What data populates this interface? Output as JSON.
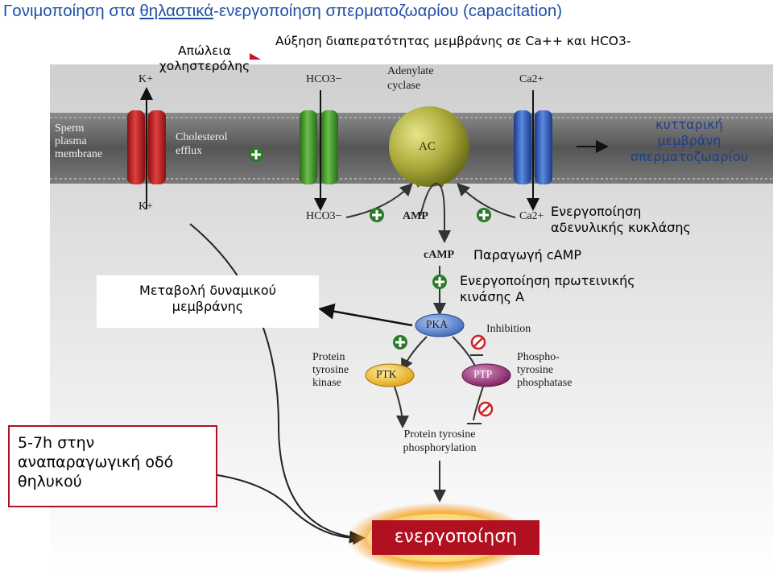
{
  "title": {
    "prefix": "Γονιμοποίηση στα ",
    "underlined": "θηλαστικά",
    "suffix": "-ενεργοποίηση σπερματοζωαρίου (capacitation)"
  },
  "annotations": {
    "cholesterol_loss": [
      "Απώλεια",
      "χοληστερόλης"
    ],
    "permeability": "Αύξηση διαπερατότητας μεμβράνης σε Ca++ και HCO3-",
    "cell_membrane": [
      "κυτταρική",
      "μεμβράνη",
      "σπερματοζωαρίου"
    ],
    "ac_activation": [
      "Ενεργοποίηση",
      "αδενυλικής κυκλάσης"
    ],
    "camp_production": "Παραγωγή cAMP",
    "pka_activation": [
      "Ενεργοποίηση πρωτεινικής",
      "κινάσης Α"
    ],
    "potential_change": [
      "Μεταβολή δυναμικού",
      "μεμβράνης"
    ],
    "female_tract": [
      "5-7h στην",
      "αναπαραγωγική οδό",
      "θηλυκού"
    ],
    "activation": "ενεργοποίηση"
  },
  "figure_labels": {
    "k_plus": "K+",
    "hco3": "HCO3−",
    "adenylate_cyclase": [
      "Adenylate",
      "cyclase"
    ],
    "ca2": "Ca2+",
    "sperm_membrane": [
      "Sperm",
      "plasma",
      "membrane"
    ],
    "cholesterol_efflux": [
      "Cholesterol",
      "efflux"
    ],
    "ac": "AC",
    "amp": "AMP",
    "camp": "cAMP",
    "pka": "PKA",
    "inhibition": "Inhibition",
    "protein_tyrosine_kinase": [
      "Protein",
      "tyrosine",
      "kinase"
    ],
    "ptk": "PTK",
    "ptp": "PTP",
    "phosphotyrosine_phosphatase": [
      "Phospho-",
      "tyrosine",
      "phosphatase"
    ],
    "protein_tyrosine_phosphorylation": [
      "Protein tyrosine",
      "phosphorylation"
    ]
  },
  "colors": {
    "title": "#1f4fa8",
    "k_channel": "#c8202a",
    "hco3_channel": "#3f9a2a",
    "ca_channel": "#2858b8",
    "adenylate_cyclase": "#9a9a2a",
    "pka": "#4a78c8",
    "ptk": "#e8b020",
    "ptp": "#8a2a6a",
    "activation_burst": "#f0a020",
    "box_border": "#b01020",
    "plus_sign": "#2a7a2a",
    "inhibition_sign": "#d02020"
  }
}
